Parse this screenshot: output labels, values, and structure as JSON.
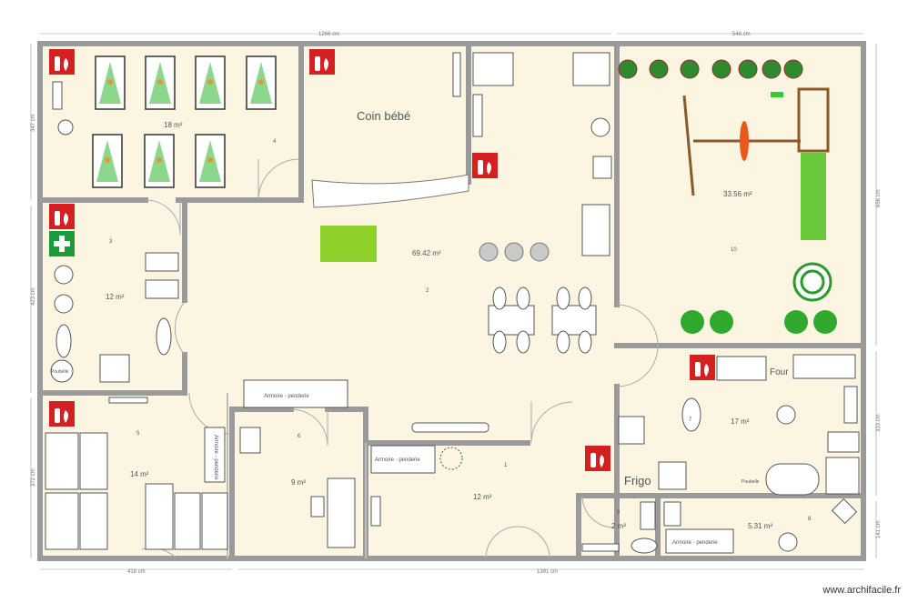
{
  "plan": {
    "rooms": [
      {
        "id": "dortoir",
        "area": "18 m²"
      },
      {
        "id": "bebe",
        "name": "Coin bébé"
      },
      {
        "id": "principal",
        "area": "69.42 m²"
      },
      {
        "id": "jardin",
        "area": "33.56 m²"
      },
      {
        "id": "sanitaires",
        "area": "12 m²"
      },
      {
        "id": "chambre",
        "area": "14 m²"
      },
      {
        "id": "bureau",
        "area": "9 m²"
      },
      {
        "id": "entree",
        "area": "12 m²"
      },
      {
        "id": "cuisine",
        "area": "17 m²"
      },
      {
        "id": "wc",
        "area": "2 m²"
      },
      {
        "id": "stock",
        "area": "5.31 m²"
      }
    ],
    "labels": {
      "armoire_1": "Armoire - penderie",
      "armoire_2": "Armoire - penderie",
      "armoire_3": "Armoire - penderie",
      "armoire_4": "Armoire - penderie",
      "four": "Four",
      "frigo": "Frigo",
      "poubelle_1": "Poubelle",
      "poubelle_2": "Poubelle"
    },
    "dimensions": {
      "top_main": "1266 cm",
      "top_right": "546 cm",
      "bottom_left": "418 cm",
      "bottom_right": "1391 cm",
      "left_1": "347 cm",
      "left_2": "423 cm",
      "left_3": "372 cm",
      "right_1": "656 cm",
      "right_2": "333 cm",
      "right_3": "141 cm"
    },
    "markers": [
      "1",
      "2",
      "3",
      "4",
      "5",
      "6",
      "7",
      "8",
      "9",
      "10"
    ],
    "watermark": "www.archifacile.fr"
  }
}
